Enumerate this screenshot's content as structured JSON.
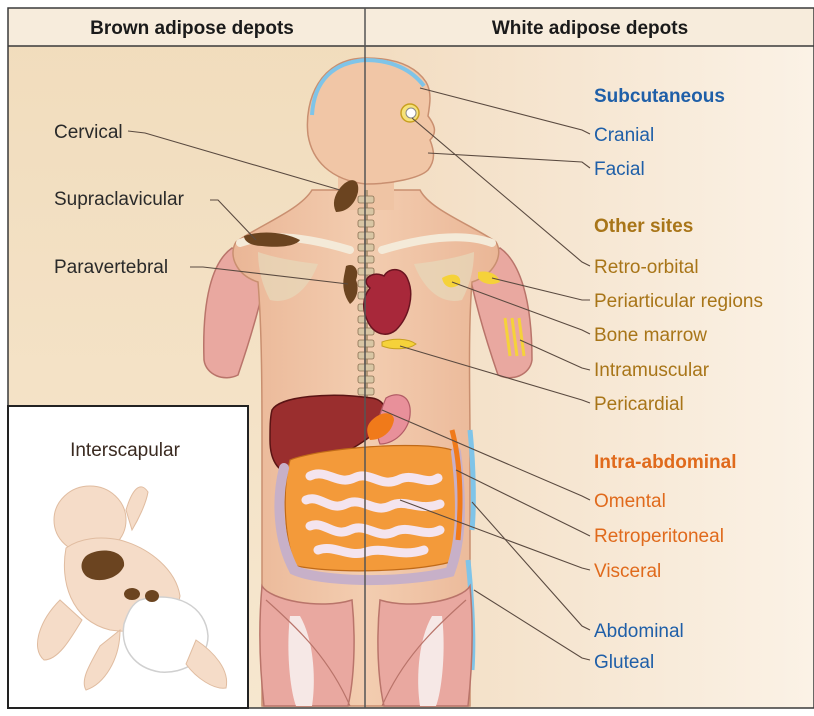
{
  "headers": {
    "left": "Brown adipose depots",
    "right": "White adipose depots"
  },
  "brown_labels": {
    "cervical": "Cervical",
    "supraclavicular": "Supraclavicular",
    "paravertebral": "Paravertebral",
    "interscapular": "Interscapular"
  },
  "white": {
    "subcutaneous": {
      "title": "Subcutaneous",
      "cranial": "Cranial",
      "facial": "Facial",
      "abdominal": "Abdominal",
      "gluteal": "Gluteal"
    },
    "other": {
      "title": "Other sites",
      "retro_orbital": "Retro-orbital",
      "periarticular": "Periarticular regions",
      "bone_marrow": "Bone marrow",
      "intramuscular": "Intramuscular",
      "pericardial": "Pericardial"
    },
    "intra_abdominal": {
      "title": "Intra-abdominal",
      "omental": "Omental",
      "retroperitoneal": "Retroperitoneal",
      "visceral": "Visceral"
    }
  },
  "colors": {
    "subcutaneous": "#1f5fa8",
    "other_sites": "#a87518",
    "intra_abdominal": "#e06a1c",
    "brown_fat": "#6b4420",
    "skin": "#f2c8a8"
  }
}
